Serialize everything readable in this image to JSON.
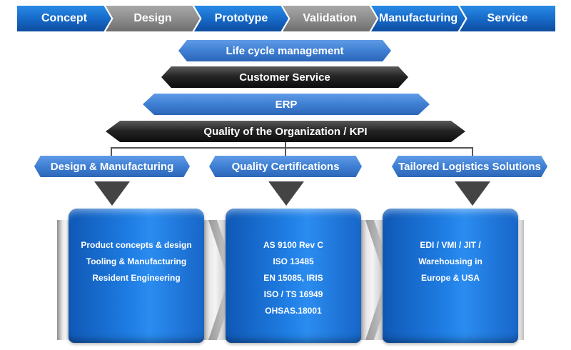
{
  "phases": [
    "Concept",
    "Design",
    "Prototype",
    "Validation",
    "Manufacturing",
    "Service"
  ],
  "layers": {
    "lifecycle": "Life cycle management",
    "customer_service": "Customer Service",
    "erp": "ERP",
    "quality_org": "Quality of the Organization / KPI"
  },
  "pillars": [
    {
      "title": "Design & Manufacturing",
      "lines": [
        "Product concepts & design",
        "Tooling & Manufacturing",
        "Resident Engineering"
      ]
    },
    {
      "title": "Quality Certifications",
      "lines": [
        "AS 9100 Rev C",
        "ISO 13485",
        "EN 15085, IRIS",
        "ISO / TS 16949",
        "OHSAS.18001"
      ]
    },
    {
      "title": "Tailored Logistics Solutions",
      "lines": [
        "EDI / VMI / JIT /",
        "Warehousing in",
        "Europe & USA"
      ]
    }
  ],
  "colors": {
    "blue": "#1f7de3",
    "grey_phase": "#8a8a8a",
    "black_ribbon": "#1a1a1a"
  }
}
